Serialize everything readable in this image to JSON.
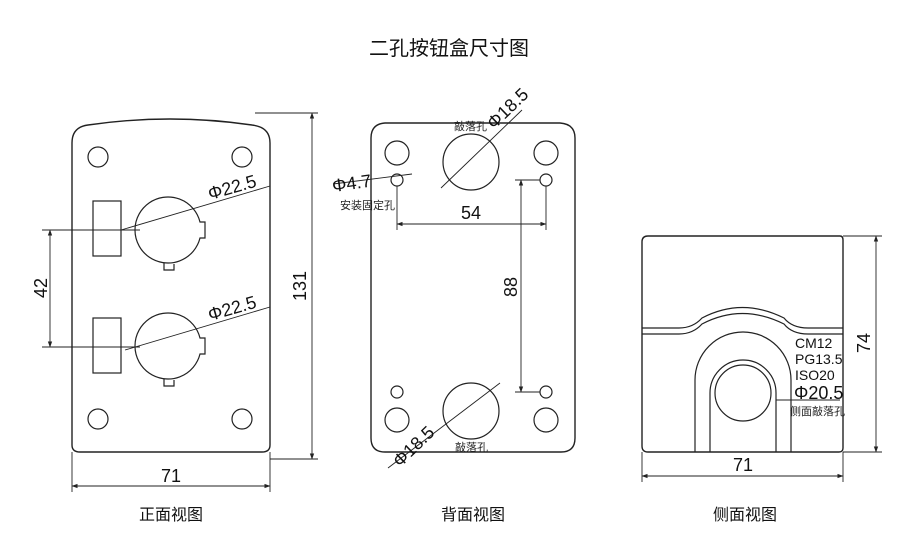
{
  "title": "二孔按钮盒尺寸图",
  "front_view": {
    "caption": "正面视图",
    "hole_dia_top": "Φ22.5",
    "hole_dia_bottom": "Φ22.5",
    "dim_spacing": "42",
    "dim_height": "131",
    "dim_width": "71"
  },
  "back_view": {
    "caption": "背面视图",
    "knockout_label_top": "敲落孔",
    "knockout_label_bottom": "敲落孔",
    "knockout_dia_top": "Φ18.5",
    "knockout_dia_bottom": "Φ18.5",
    "mount_hole_dia": "Φ4.7",
    "mount_hole_label": "安装固定孔",
    "dim_hole_width": "54",
    "dim_hole_height": "88"
  },
  "side_view": {
    "caption": "侧面视图",
    "thread_1": "CM12",
    "thread_2": "PG13.5",
    "thread_3": "ISO20",
    "side_hole_dia": "Φ20.5",
    "side_knockout_label": "侧面敲落孔",
    "dim_height": "74",
    "dim_width": "71"
  }
}
